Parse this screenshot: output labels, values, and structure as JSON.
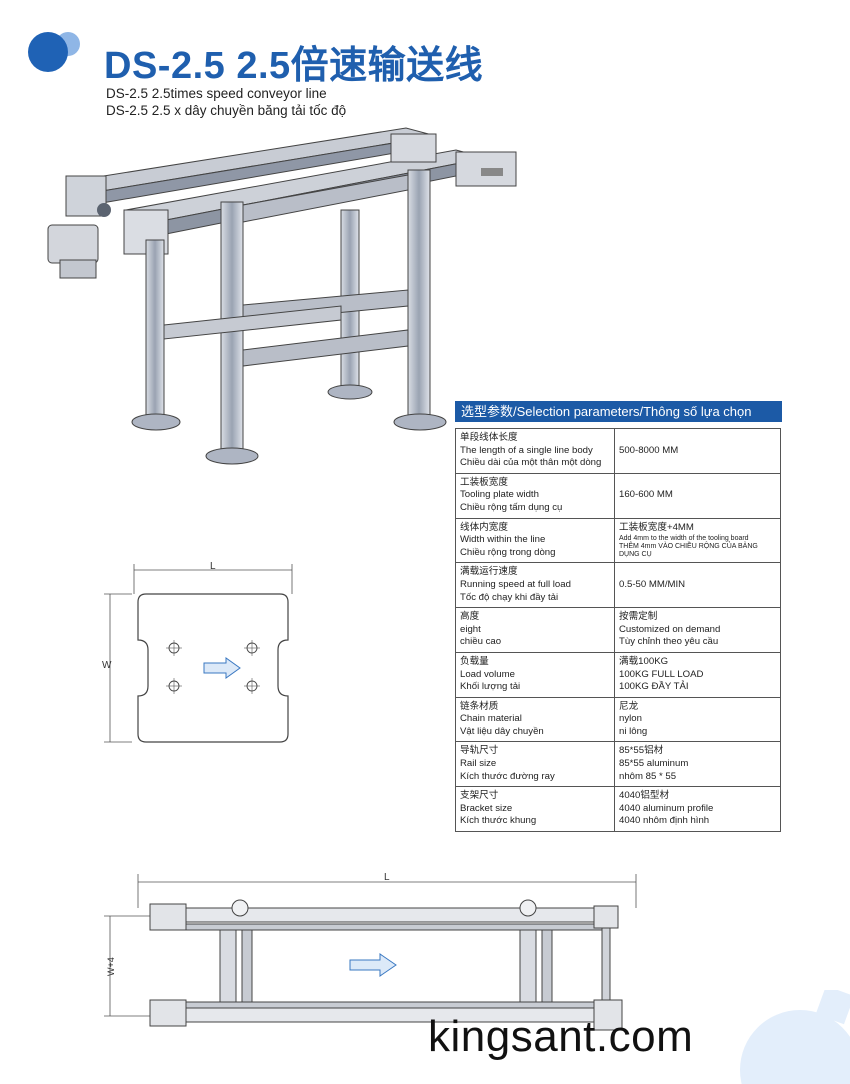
{
  "header": {
    "title": "DS-2.5 2.5倍速输送线",
    "subtitle_en": "DS-2.5 2.5times speed conveyor line",
    "subtitle_vi": "DS-2.5 2.5 x dây chuyền băng tải tốc độ"
  },
  "colors": {
    "brand_blue": "#1f5fae",
    "header_bar": "#1c5aa6"
  },
  "params": {
    "heading": "选型参数/Selection parameters/Thông số lựa chọn",
    "rows": [
      {
        "label": [
          "单段线体长度",
          "The length of a single line body",
          "Chiều dài của một thân một dòng"
        ],
        "value": [
          "500-8000 MM"
        ]
      },
      {
        "label": [
          "工装板宽度",
          "Tooling plate width",
          "Chiều rộng tấm dụng cụ"
        ],
        "value": [
          "160-600 MM"
        ]
      },
      {
        "label": [
          "线体内宽度",
          "Width within the line",
          "Chiều rộng trong dòng"
        ],
        "value": [
          "工装板宽度+4MM"
        ],
        "value_small": [
          "Add 4mm to the width of the tooling board",
          "THÊM 4mm VÀO CHIỀU RỘNG CỦA BẢNG DỤNG CỤ"
        ]
      },
      {
        "label": [
          "满载运行速度",
          "Running speed at full load",
          " Tốc độ chạy khi đầy tải"
        ],
        "value": [
          "0.5-50 MM/MIN"
        ]
      },
      {
        "label": [
          "高度",
          "eight",
          "chiều cao"
        ],
        "value": [
          "按需定制",
          "Customized on demand",
          "Tùy chỉnh theo yêu cầu"
        ]
      },
      {
        "label": [
          "负载量",
          " Load volume",
          "Khối lượng tải"
        ],
        "value": [
          "满载100KG",
          "100KG FULL LOAD",
          "100KG ĐẦY TẢI"
        ]
      },
      {
        "label": [
          "链条材质",
          "Chain material",
          "Vật liệu dây chuyền"
        ],
        "value": [
          "尼龙",
          "nylon",
          "ni lông"
        ]
      },
      {
        "label": [
          "导轨尺寸",
          "Rail size",
          "Kích thước đường ray"
        ],
        "value": [
          "85*55铝材",
          "85*55 aluminum",
          "nhôm 85 * 55"
        ]
      },
      {
        "label": [
          "支架尺寸",
          " Bracket size",
          " Kích thước khung"
        ],
        "value": [
          "4040铝型材",
          "4040 aluminum profile",
          "4040 nhôm định hình"
        ]
      }
    ]
  },
  "drawings": {
    "plate_dim_length": "L",
    "plate_dim_width": "W",
    "top_view_dim_length": "L",
    "top_view_dim_width": "W+4"
  },
  "watermark": "kingsant.com"
}
